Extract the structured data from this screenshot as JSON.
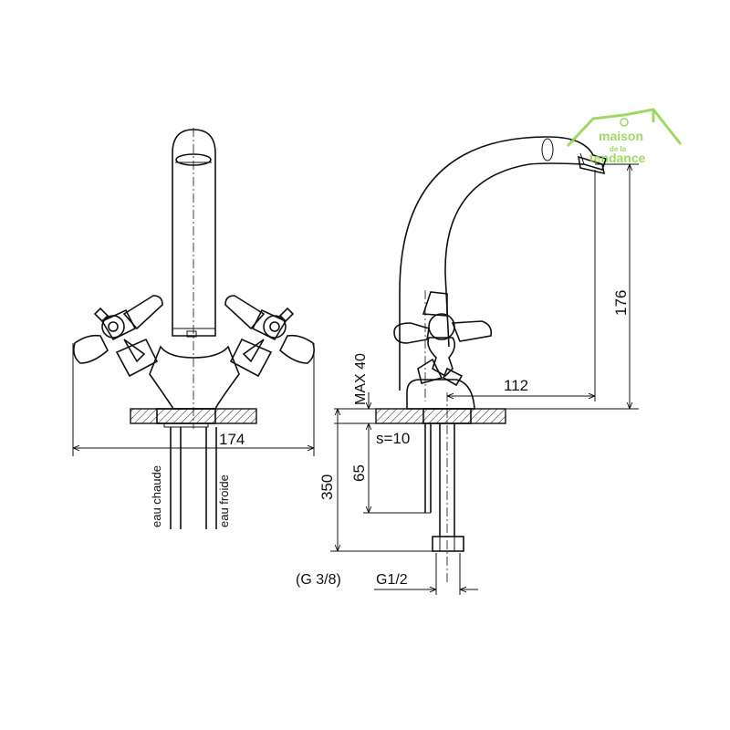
{
  "dimensions": {
    "width_174": "174",
    "height_176": "176",
    "reach_112": "112",
    "max_40": "MAX 40",
    "s_10": "s=10",
    "len_65": "65",
    "len_350": "350",
    "thread_g38": "(G 3/8)",
    "thread_g12": "G1/2"
  },
  "pipes": {
    "hot": "eau chaude",
    "cold": "eau froide"
  },
  "logo": {
    "line1": "maison",
    "line2": "de la",
    "line3": "tendance",
    "color": "#8fd24a"
  },
  "colors": {
    "line": "#111111",
    "background": "#ffffff"
  }
}
